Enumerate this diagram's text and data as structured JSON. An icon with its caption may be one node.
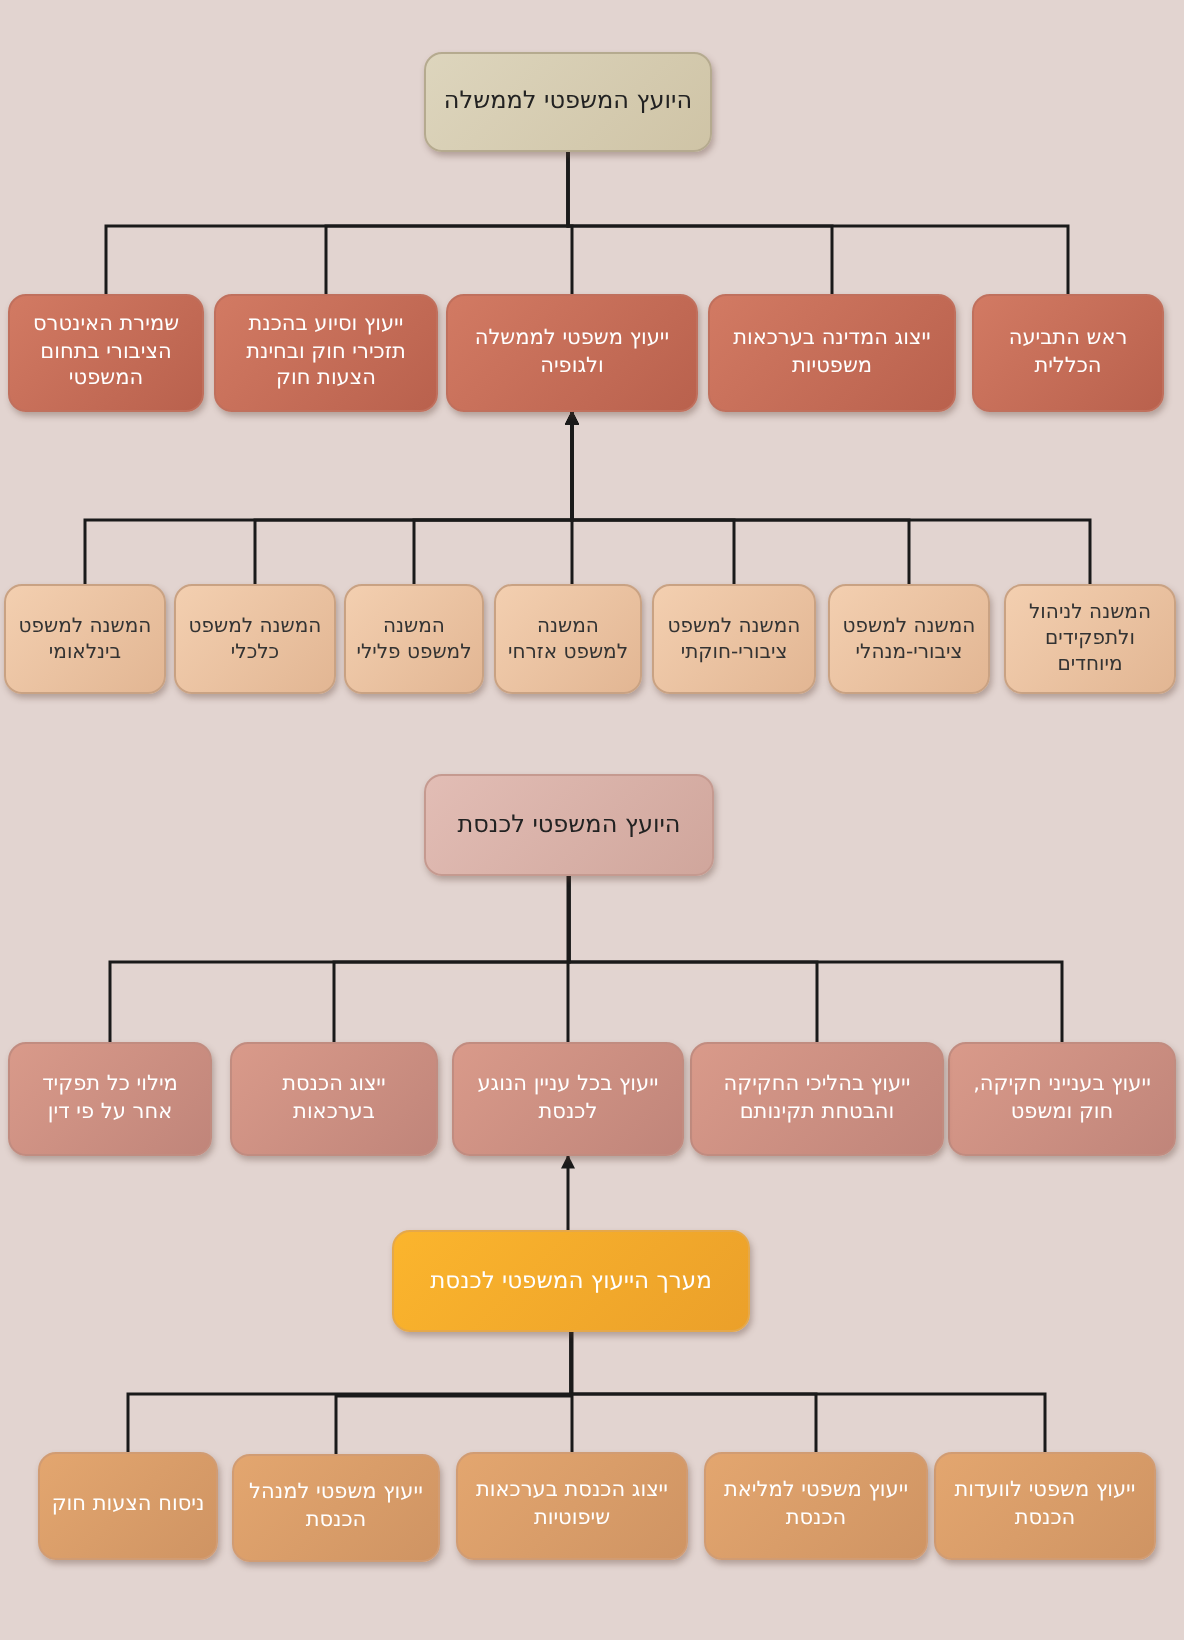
{
  "diagram": {
    "nodes": [
      {
        "text": [
          "היועץ המשפטי לממשלה"
        ]
      },
      {
        "text": [
          "ראש התביעה הכללית"
        ]
      },
      {
        "text": [
          "ייצוג המדינה בערכאות משפטיות"
        ]
      },
      {
        "text": [
          "ייעוץ משפטי לממשלה ולגופיה"
        ]
      },
      {
        "text": [
          "ייעוץ וסיוע בהכנת תזכירי חוק ובחינת הצעות חוק"
        ]
      },
      {
        "text": [
          "שמירת האינטרס הציבורי בתחום המשפטי"
        ]
      },
      {
        "text": [
          "המשנה לניהול ולתפקידים מיוחדים"
        ]
      },
      {
        "text": [
          "המשנה למשפט ציבורי-מנהלי"
        ]
      },
      {
        "text": [
          "המשנה למשפט ציבורי-חוקתי"
        ]
      },
      {
        "text": [
          "המשנה למשפט אזרחי"
        ]
      },
      {
        "text": [
          "המשנה למשפט פלילי"
        ]
      },
      {
        "text": [
          "המשנה למשפט כלכלי"
        ]
      },
      {
        "text": [
          "המשנה למשפט בינלאומי"
        ]
      },
      {
        "text": [
          "היועץ המשפטי לכנסת"
        ]
      },
      {
        "text": [
          "ייעוץ בענייני חקיקה, חוק ומשפט"
        ]
      },
      {
        "text": [
          "ייעוץ בהליכי החקיקה והבטחת תקינותם"
        ]
      },
      {
        "text": [
          "ייעוץ בכל עניין הנוגע לכנסת"
        ]
      },
      {
        "text": [
          "ייצוג הכנסת בערכאות"
        ]
      },
      {
        "text": [
          "מילוי כל תפקיד אחר על פי דין"
        ]
      },
      {
        "text": [
          "מערך הייעוץ המשפטי לכנסת"
        ]
      },
      {
        "text": [
          "ייעוץ משפטי לוועדות הכנסת"
        ]
      },
      {
        "text": [
          "ייעוץ משפטי למליאת הכנסת"
        ]
      },
      {
        "text": [
          "ייצוג הכנסת בערכאות שיפוטיות"
        ]
      },
      {
        "text": [
          "ייעוץ משפטי למנהל הכנסת"
        ]
      },
      {
        "text": [
          "ניסוח הצעות חוק"
        ]
      }
    ],
    "edges": [
      {
        "from": 0,
        "to": 1,
        "arrow": "none"
      },
      {
        "from": 0,
        "to": 2,
        "arrow": "none"
      },
      {
        "from": 0,
        "to": 3,
        "arrow": "none"
      },
      {
        "from": 0,
        "to": 4,
        "arrow": "none"
      },
      {
        "from": 0,
        "to": 5,
        "arrow": "none"
      },
      {
        "from": 6,
        "to": 3,
        "arrow": "to"
      },
      {
        "from": 7,
        "to": 3,
        "arrow": "to"
      },
      {
        "from": 8,
        "to": 3,
        "arrow": "to"
      },
      {
        "from": 9,
        "to": 3,
        "arrow": "to"
      },
      {
        "from": 10,
        "to": 3,
        "arrow": "to"
      },
      {
        "from": 11,
        "to": 3,
        "arrow": "to"
      },
      {
        "from": 12,
        "to": 3,
        "arrow": "to"
      },
      {
        "from": 13,
        "to": 14,
        "arrow": "none"
      },
      {
        "from": 13,
        "to": 15,
        "arrow": "none"
      },
      {
        "from": 13,
        "to": 16,
        "arrow": "none"
      },
      {
        "from": 13,
        "to": 17,
        "arrow": "none"
      },
      {
        "from": 13,
        "to": 18,
        "arrow": "none"
      },
      {
        "from": 19,
        "to": 16,
        "arrow": "to"
      },
      {
        "from": 19,
        "to": 20,
        "arrow": "none"
      },
      {
        "from": 19,
        "to": 21,
        "arrow": "none"
      },
      {
        "from": 19,
        "to": 22,
        "arrow": "none"
      },
      {
        "from": 19,
        "to": 23,
        "arrow": "none"
      },
      {
        "from": 19,
        "to": 24,
        "arrow": "none"
      }
    ]
  }
}
